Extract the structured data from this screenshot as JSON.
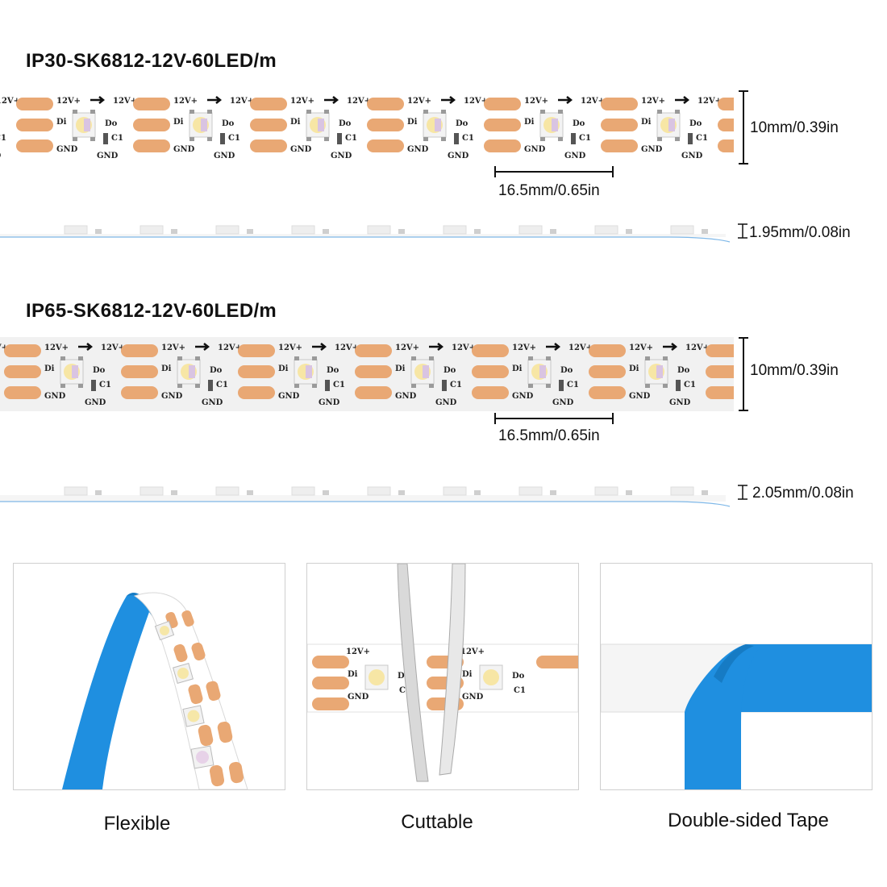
{
  "sections": [
    {
      "title": "IP30-SK6812-12V-60LED/m",
      "width_label": "10mm/0.39in",
      "pitch_label": "16.5mm/0.65in",
      "thickness_label": "1.95mm/0.08in"
    },
    {
      "title": "IP65-SK6812-12V-60LED/m",
      "width_label": "10mm/0.39in",
      "pitch_label": "16.5mm/0.65in",
      "thickness_label": "2.05mm/0.08in"
    }
  ],
  "pcb_labels": {
    "vplus": "12V+",
    "din": "Di",
    "dout": "Do",
    "cap": "C1",
    "gnd": "GND"
  },
  "features": [
    {
      "caption": "Flexible"
    },
    {
      "caption": "Cuttable"
    },
    {
      "caption": "Double-sided Tape"
    }
  ],
  "colors": {
    "pad": "#E9A874",
    "pcb": "#FFFFFF",
    "tape": "#1F8FE0",
    "ip65_coating": "#F1F1F1"
  }
}
